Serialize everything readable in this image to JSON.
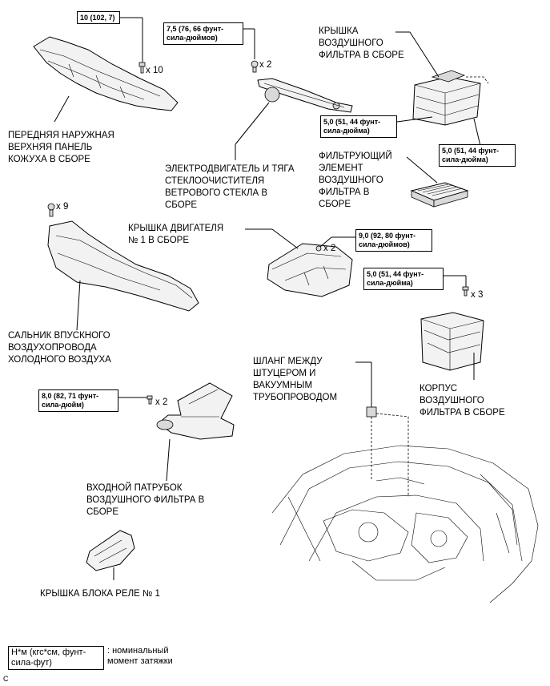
{
  "labels": {
    "cowl_panel": "ПЕРЕДНЯЯ НАРУЖНАЯ\nВЕРХНЯЯ ПАНЕЛЬ\nКОЖУХА В СБОРЕ",
    "wiper_motor": "ЭЛЕКТРОДВИГАТЕЛЬ И ТЯГА\nСТЕКЛООЧИСТИТЕЛЯ\nВЕТРОВОГО СТЕКЛА В\nСБОРЕ",
    "air_cleaner_cap": "КРЫШКА\nВОЗДУШНОГО\nФИЛЬТРА В СБОРЕ",
    "filter_element": "ФИЛЬТРУЮЩИЙ\nЭЛЕМЕНТ\nВОЗДУШНОГО\nФИЛЬТРА В\nСБОРЕ",
    "engine_cover": "КРЫШКА ДВИГАТЕЛЯ\n№ 1 В СБОРЕ",
    "cool_air_seal": "САЛЬНИК ВПУСКНОГО\nВОЗДУХОПРОВОДА\nХОЛОДНОГО ВОЗДУХА",
    "vacuum_hose": "ШЛАНГ МЕЖДУ\nШТУЦЕРОМ И\nВАКУУМНЫМ\nТРУБОПРОВОДОМ",
    "air_cleaner_case": "КОРПУС\nВОЗДУШНОГО\nФИЛЬТРА В СБОРЕ",
    "air_inlet": "ВХОДНОЙ ПАТРУБОК\nВОЗДУШНОГО ФИЛЬТРА В\nСБОРЕ",
    "relay_cover": "КРЫШКА БЛОКА РЕЛЕ № 1"
  },
  "torques": {
    "cowl": "10 (102, 7)",
    "wiper": "7,5 (76, 66 фунт-\nсила-дюймов)",
    "cap_left": "5,0 (51, 44 фунт-\nсила-дюйма)",
    "cap_right": "5,0 (51, 44 фунт-\nсила-дюйма)",
    "engine_cover": "9,0 (92, 80 фунт-\nсила-дюймов)",
    "case": "5,0 (51, 44 фунт-\nсила-дюйма)",
    "inlet": "8,0 (82, 71 фунт-\nсила-дюйм)"
  },
  "quantities": {
    "cowl": "x 10",
    "wiper": "x 2",
    "seal": "x 9",
    "engine_cover": "x 2",
    "case": "x 3",
    "inlet": "x 2"
  },
  "legend": {
    "box": "Н*м (кгс*см, фунт-\nсила-фут)",
    "text": ": номинальный\nмомент затяжки"
  },
  "corner_mark": "C"
}
